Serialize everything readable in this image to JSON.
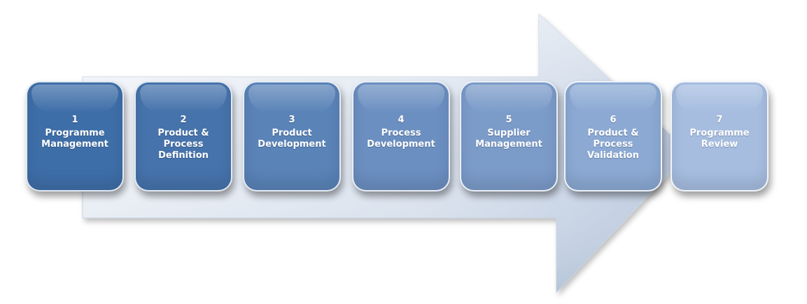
{
  "steps": [
    {
      "number": "1",
      "label": "Programme\nManagement",
      "color": "#3e6ea8"
    },
    {
      "number": "2",
      "label": "Product &\nProcess\nDefinition",
      "color": "#4673ac"
    },
    {
      "number": "3",
      "label": "Product\nDevelopment",
      "color": "#5a83b8"
    },
    {
      "number": "4",
      "label": "Process\nDevelopment",
      "color": "#6b8fc1"
    },
    {
      "number": "5",
      "label": "Supplier\nManagement",
      "color": "#7b9bc9"
    },
    {
      "number": "6",
      "label": "Product &\nProcess\nValidation",
      "color": "#8ba9d3"
    },
    {
      "number": "7",
      "label": "Programme\nReview",
      "color": "#a6bde0"
    }
  ],
  "colors": {
    "arrow_light": "#e8edf5",
    "arrow_dark": "#b8c6db"
  }
}
